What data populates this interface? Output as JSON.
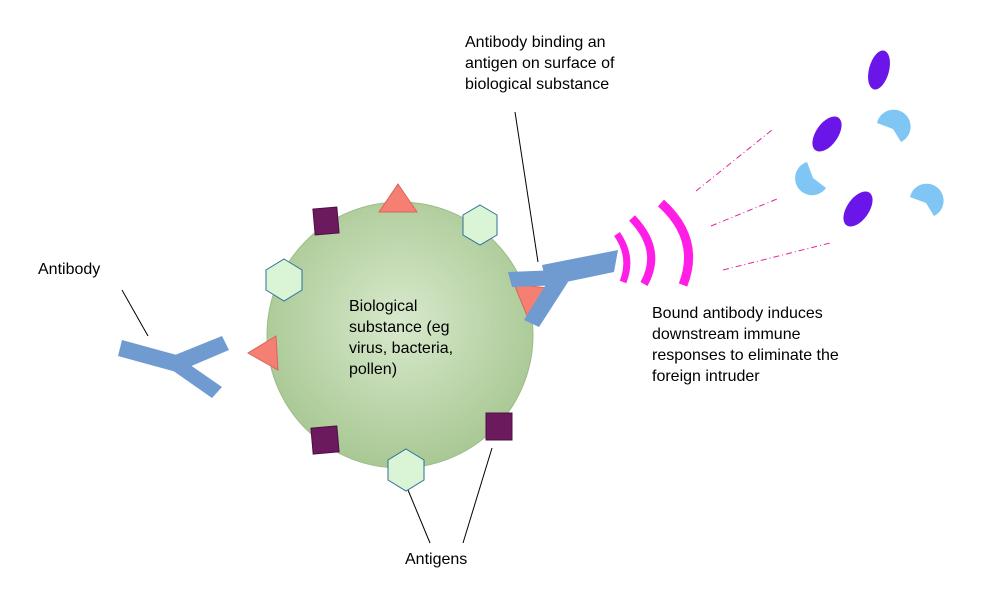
{
  "labels": {
    "antibody": "Antibody",
    "binding": [
      "Antibody binding an",
      "antigen on surface of",
      "biological substance"
    ],
    "center": [
      "Biological",
      "substance (eg",
      "virus, bacteria,",
      "pollen)"
    ],
    "downstream": [
      "Bound antibody induces",
      "downstream immune",
      "responses to eliminate the",
      "foreign intruder"
    ],
    "antigens": "Antigens"
  },
  "colors": {
    "cell_fill": "#b7d1a3",
    "cell_edge": "#8fb07b",
    "antibody": "#6f9bd1",
    "triangle": "#f47f72",
    "square": "#6b1a5e",
    "hexagon": "#d9f5d5",
    "hexagon_edge": "#2e6e9a",
    "signal_arc": "#ff1ee6",
    "signal_line": "#e0269e",
    "immune_cell_oval": "#6a16e8",
    "immune_cell_pac": "#7fc6f4"
  }
}
